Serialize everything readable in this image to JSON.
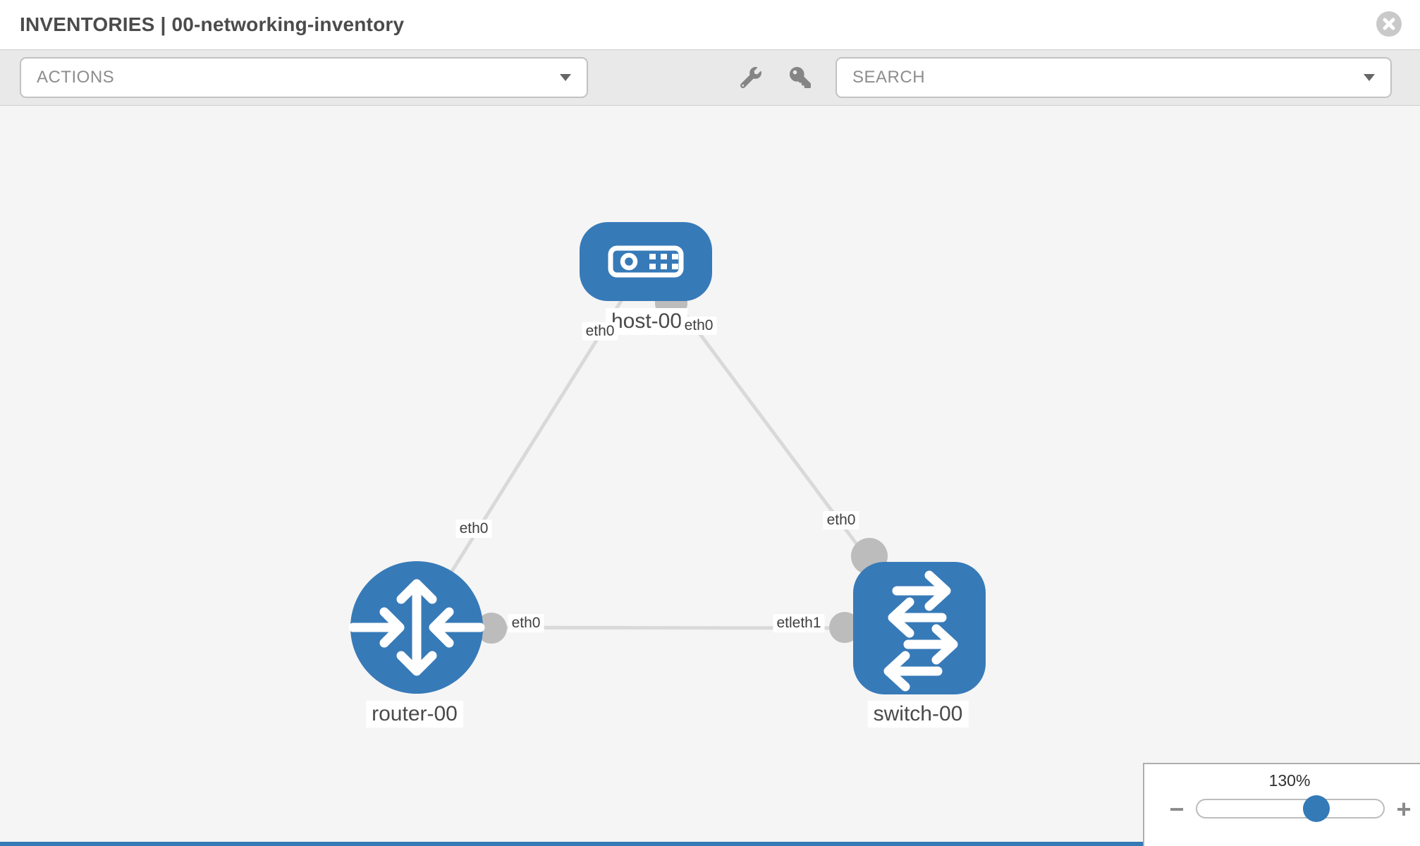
{
  "header": {
    "title": "INVENTORIES | 00-networking-inventory"
  },
  "toolbar": {
    "actions_label": "ACTIONS",
    "search_placeholder": "SEARCH",
    "icons": [
      "wrench-icon",
      "key-icon",
      "chevron-down-icon"
    ]
  },
  "topology": {
    "nodes": {
      "host": {
        "label": "host-00",
        "type": "host"
      },
      "router": {
        "label": "router-00",
        "type": "router"
      },
      "switch": {
        "label": "switch-00",
        "type": "switch"
      }
    },
    "interface_labels": {
      "host_left": "eth0",
      "host_right": "eth0",
      "router_top": "eth0",
      "switch_top": "eth0",
      "router_link": "eth0",
      "switch_link": "etleth1"
    },
    "links": [
      {
        "from": "host-00",
        "to": "router-00",
        "from_if": "eth0",
        "to_if": "eth0"
      },
      {
        "from": "host-00",
        "to": "switch-00",
        "from_if": "eth0",
        "to_if": "eth0"
      },
      {
        "from": "router-00",
        "to": "switch-00",
        "from_if": "eth0",
        "to_if": "eth1"
      }
    ]
  },
  "zoom_control": {
    "level": "130%",
    "percent": 130,
    "minus_label": "−",
    "plus_label": "+"
  },
  "colors": {
    "node_blue": "#377ab8",
    "accent_blue": "#337ab7",
    "link_gray": "#d9d9d9",
    "dot_gray": "#bcbcbc",
    "canvas_bg": "#f5f5f5",
    "toolbar_bg": "#e9e9e9"
  }
}
